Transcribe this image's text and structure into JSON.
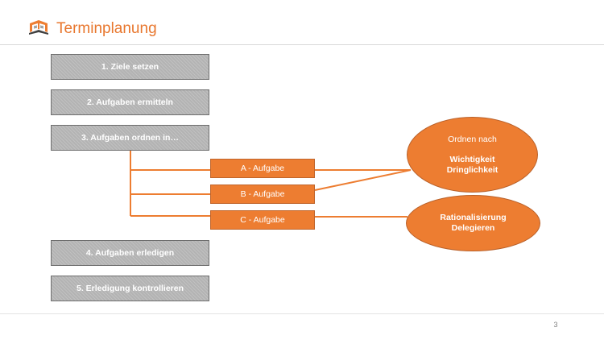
{
  "header": {
    "title": "Terminplanung"
  },
  "steps": [
    "1. Ziele setzen",
    "2. Aufgaben ermitteln",
    "3. Aufgaben ordnen in…",
    "4. Aufgaben erledigen",
    "5. Erledigung kontrollieren"
  ],
  "tasks": [
    "A - Aufgabe",
    "B - Aufgabe",
    "C - Aufgabe"
  ],
  "ellipse1": {
    "line1": "Ordnen nach",
    "line2": "Wichtigkeit",
    "line3": "Dringlichkeit"
  },
  "ellipse2": {
    "line1": "Rationalisierung",
    "line2": "Delegieren"
  },
  "footer": {
    "page_number": "3"
  },
  "colors": {
    "accent": "#ed7d31",
    "step_fill": "#b3b3b3",
    "step_border": "#6e6e6e"
  }
}
